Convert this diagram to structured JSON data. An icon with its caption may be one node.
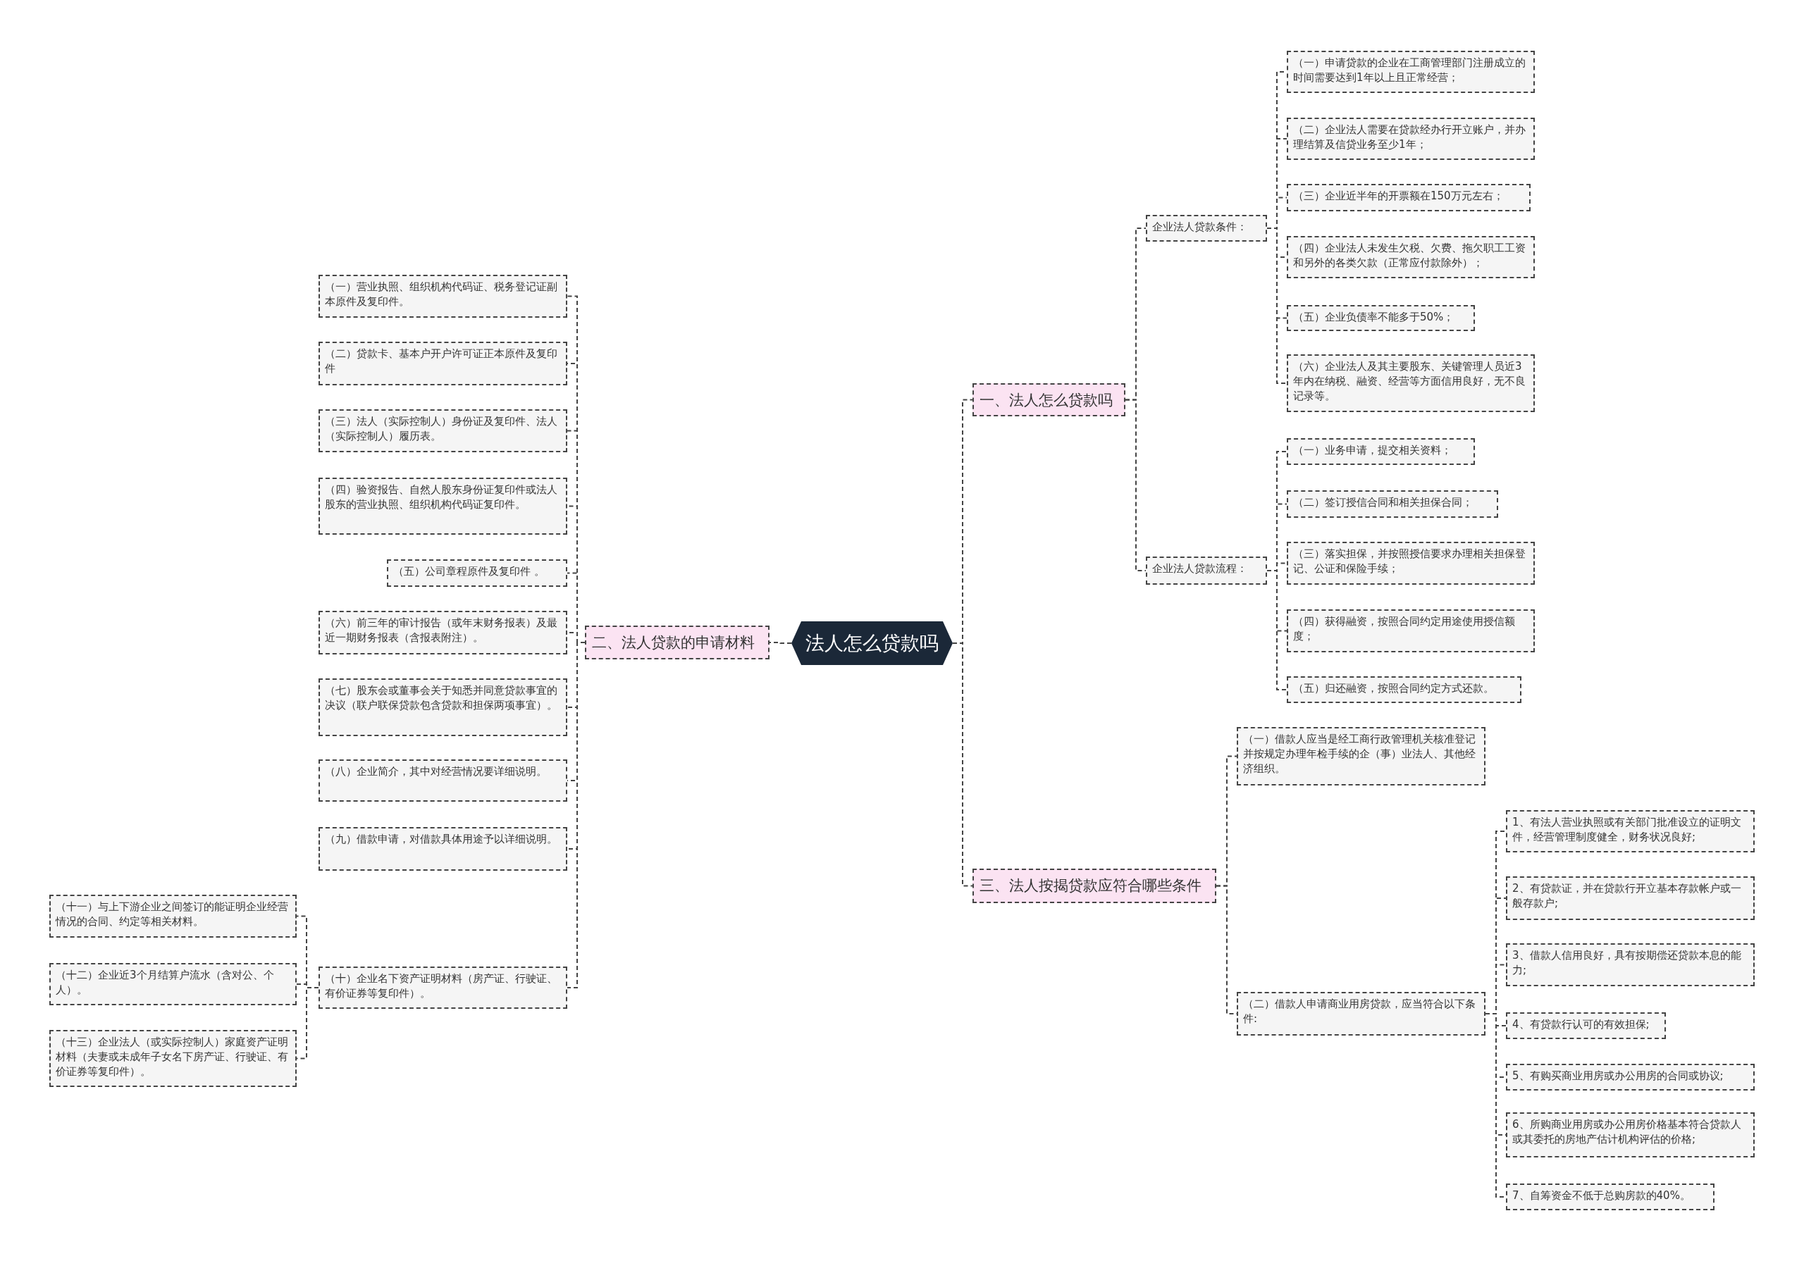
{
  "diagram": {
    "nodes": [
      {
        "text": [
          "法人怎么贷款吗"
        ]
      },
      {
        "text": [
          "一、法人怎么贷款吗"
        ]
      },
      {
        "text": [
          "企业法人贷款条件："
        ]
      },
      {
        "text": [
          "（一）申请贷款的企业在工商管理部门注册成立的时间需要达到1年以上且正常经营；"
        ]
      },
      {
        "text": [
          "（二）企业法人需要在贷款经办行开立账户，并办理结算及信贷业务至少1年；"
        ]
      },
      {
        "text": [
          "（三）企业近半年的开票额在150万元左右；"
        ]
      },
      {
        "text": [
          "（四）企业法人未发生欠税、欠费、拖欠职工工资和另外的各类欠款（正常应付款除外）；"
        ]
      },
      {
        "text": [
          "（五）企业负债率不能多于50%；"
        ]
      },
      {
        "text": [
          "（六）企业法人及其主要股东、关键管理人员近3年内在纳税、融资、经营等方面信用良好，无不良记录等。"
        ]
      },
      {
        "text": [
          "企业法人贷款流程："
        ]
      },
      {
        "text": [
          "（一）业务申请，提交相关资料；"
        ]
      },
      {
        "text": [
          "（二）签订授信合同和相关担保合同；"
        ]
      },
      {
        "text": [
          "（三）落实担保，并按照授信要求办理相关担保登记、公证和保险手续；"
        ]
      },
      {
        "text": [
          "（四）获得融资，按照合同约定用途使用授信额度；"
        ]
      },
      {
        "text": [
          "（五）归还融资，按照合同约定方式还款。"
        ]
      },
      {
        "text": [
          "二、法人贷款的申请材料"
        ]
      },
      {
        "text": [
          "（一）营业执照、组织机构代码证、税务登记证副本原件及复印件。"
        ]
      },
      {
        "text": [
          "（二）贷款卡、基本户开户许可证正本原件及复印件"
        ]
      },
      {
        "text": [
          "（三）法人（实际控制人）身份证及复印件、法人（实际控制人）履历表。"
        ]
      },
      {
        "text": [
          "（四）验资报告、自然人股东身份证复印件或法人股东的营业执照、组织机构代码证复印件。"
        ]
      },
      {
        "text": [
          "（五）公司章程原件及复印件 。"
        ]
      },
      {
        "text": [
          "（六）前三年的审计报告（或年末财务报表）及最近一期财务报表（含报表附注）。"
        ]
      },
      {
        "text": [
          "（七）股东会或董事会关于知悉并同意贷款事宜的决议（联户联保贷款包含贷款和担保两项事宜）。"
        ]
      },
      {
        "text": [
          "（八）企业简介，其中对经营情况要详细说明。"
        ]
      },
      {
        "text": [
          "（九）借款申请，对借款具体用途予以详细说明。"
        ]
      },
      {
        "text": [
          "（十）企业名下资产证明材料（房产证、行驶证、有价证券等复印件）。"
        ]
      },
      {
        "text": [
          "（十一）与上下游企业之间签订的能证明企业经营情况的合同、约定等相关材料。"
        ]
      },
      {
        "text": [
          "（十二）企业近3个月结算户流水（含对公、个人）。"
        ]
      },
      {
        "text": [
          "（十三）企业法人（或实际控制人）家庭资产证明材料（夫妻或未成年子女名下房产证、行驶证、有价证券等复印件）。"
        ]
      },
      {
        "text": [
          "三、法人按揭贷款应符合哪些条件"
        ]
      },
      {
        "text": [
          "（一）借款人应当是经工商行政管理机关核准登记并按规定办理年检手续的企（事）业法人、其他经济组织。"
        ]
      },
      {
        "text": [
          "（二）借款人申请商业用房贷款，应当符合以下条件:"
        ]
      },
      {
        "text": [
          "1、有法人营业执照或有关部门批准设立的证明文件，经营管理制度健全，财务状况良好;"
        ]
      },
      {
        "text": [
          "2、有贷款证，并在贷款行开立基本存款帐户或一般存款户;"
        ]
      },
      {
        "text": [
          "3、借款人信用良好，具有按期偿还贷款本息的能力;"
        ]
      },
      {
        "text": [
          "4、有贷款行认可的有效担保;"
        ]
      },
      {
        "text": [
          "5、有购买商业用房或办公用房的合同或协议;"
        ]
      },
      {
        "text": [
          "6、所购商业用房或办公用房价格基本符合贷款人或其委托的房地产估计机构评估的价格;"
        ]
      },
      {
        "text": [
          "7、自筹资金不低于总购房款的40%。"
        ]
      }
    ],
    "edges": [
      {
        "from": 0,
        "to": 1,
        "arrow": "none"
      },
      {
        "from": 1,
        "to": 2,
        "arrow": "none"
      },
      {
        "from": 2,
        "to": 3,
        "arrow": "none"
      },
      {
        "from": 2,
        "to": 4,
        "arrow": "none"
      },
      {
        "from": 2,
        "to": 5,
        "arrow": "none"
      },
      {
        "from": 2,
        "to": 6,
        "arrow": "none"
      },
      {
        "from": 2,
        "to": 7,
        "arrow": "none"
      },
      {
        "from": 2,
        "to": 8,
        "arrow": "none"
      },
      {
        "from": 1,
        "to": 9,
        "arrow": "none"
      },
      {
        "from": 9,
        "to": 10,
        "arrow": "none"
      },
      {
        "from": 9,
        "to": 11,
        "arrow": "none"
      },
      {
        "from": 9,
        "to": 12,
        "arrow": "none"
      },
      {
        "from": 9,
        "to": 13,
        "arrow": "none"
      },
      {
        "from": 9,
        "to": 14,
        "arrow": "none"
      },
      {
        "from": 0,
        "to": 15,
        "arrow": "none"
      },
      {
        "from": 15,
        "to": 16,
        "arrow": "none"
      },
      {
        "from": 15,
        "to": 17,
        "arrow": "none"
      },
      {
        "from": 15,
        "to": 18,
        "arrow": "none"
      },
      {
        "from": 15,
        "to": 19,
        "arrow": "none"
      },
      {
        "from": 15,
        "to": 20,
        "arrow": "none"
      },
      {
        "from": 15,
        "to": 21,
        "arrow": "none"
      },
      {
        "from": 15,
        "to": 22,
        "arrow": "none"
      },
      {
        "from": 15,
        "to": 23,
        "arrow": "none"
      },
      {
        "from": 15,
        "to": 24,
        "arrow": "none"
      },
      {
        "from": 15,
        "to": 25,
        "arrow": "none"
      },
      {
        "from": 25,
        "to": 26,
        "arrow": "none"
      },
      {
        "from": 25,
        "to": 27,
        "arrow": "none"
      },
      {
        "from": 25,
        "to": 28,
        "arrow": "none"
      },
      {
        "from": 0,
        "to": 29,
        "arrow": "none"
      },
      {
        "from": 29,
        "to": 30,
        "arrow": "none"
      },
      {
        "from": 29,
        "to": 31,
        "arrow": "none"
      },
      {
        "from": 31,
        "to": 32,
        "arrow": "none"
      },
      {
        "from": 31,
        "to": 33,
        "arrow": "none"
      },
      {
        "from": 31,
        "to": 34,
        "arrow": "none"
      },
      {
        "from": 31,
        "to": 35,
        "arrow": "none"
      },
      {
        "from": 31,
        "to": 36,
        "arrow": "none"
      },
      {
        "from": 31,
        "to": 37,
        "arrow": "none"
      },
      {
        "from": 31,
        "to": 38,
        "arrow": "none"
      }
    ]
  }
}
